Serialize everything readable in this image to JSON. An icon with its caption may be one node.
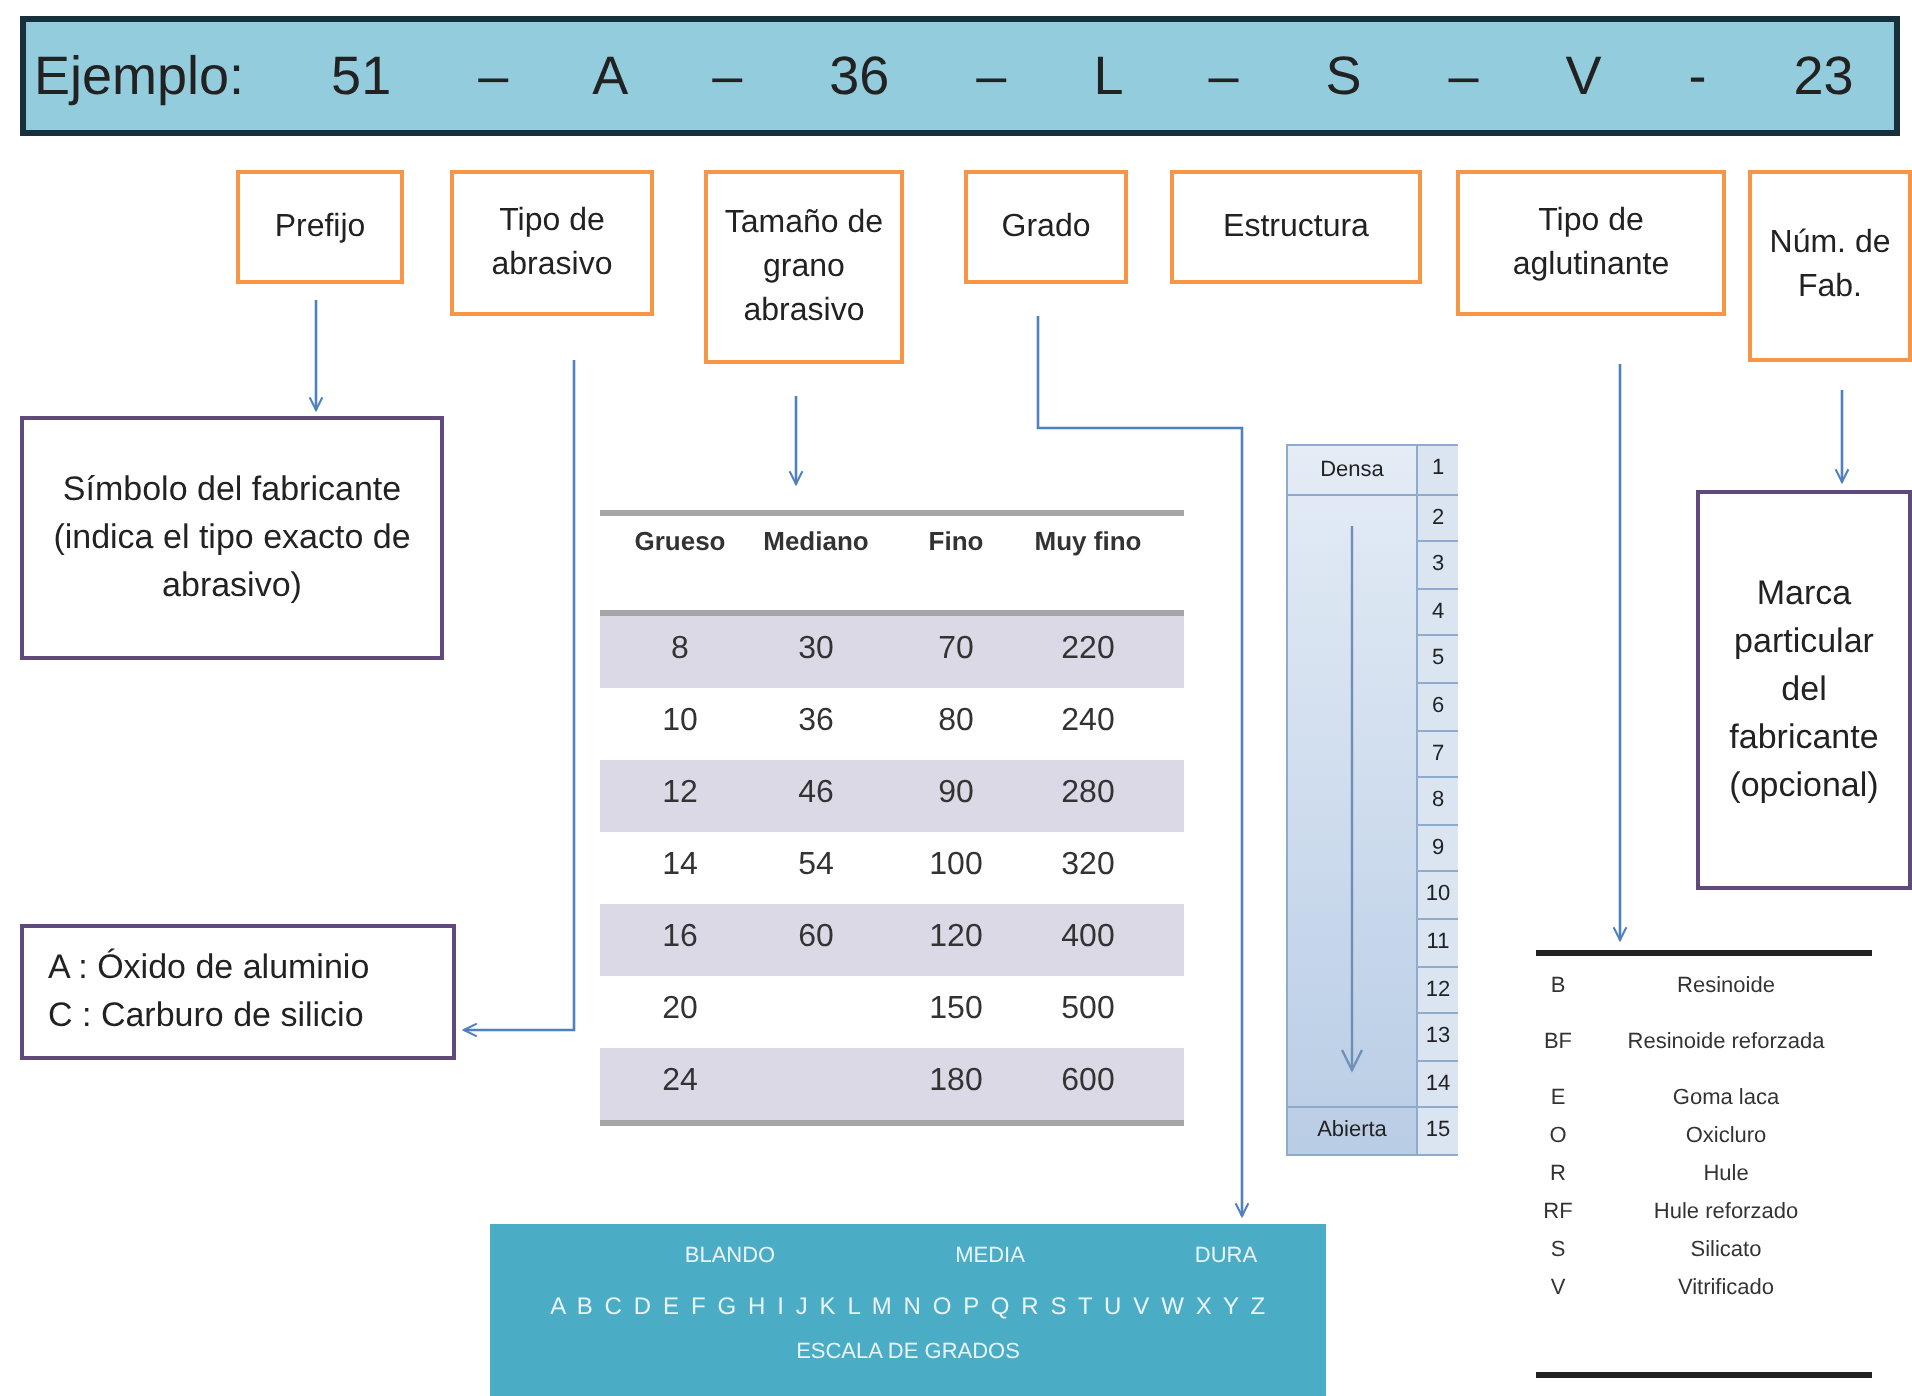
{
  "diagram": {
    "nodes": [
      {
        "text": [
          "Ejemplo: 51 – A – 36 – L – S – V - 23"
        ]
      },
      {
        "text": [
          "Prefijo"
        ]
      },
      {
        "text": [
          "Tipo de abrasivo"
        ]
      },
      {
        "text": [
          "Tamaño de grano abrasivo"
        ]
      },
      {
        "text": [
          "Grado"
        ]
      },
      {
        "text": [
          "Estructura"
        ]
      },
      {
        "text": [
          "Tipo de aglutinante"
        ]
      },
      {
        "text": [
          "Núm. de Fab."
        ]
      },
      {
        "text": [
          "Símbolo del fabricante (indica el tipo exacto de abrasivo)"
        ]
      },
      {
        "text": [
          "A : Óxido de aluminio",
          "C : Carburo de silicio"
        ]
      },
      {
        "text": [
          "Grueso",
          "Mediano",
          "Fino",
          "Muy fino",
          "8",
          "30",
          "70",
          "220",
          "10",
          "36",
          "80",
          "240",
          "12",
          "46",
          "90",
          "280",
          "14",
          "54",
          "100",
          "320",
          "16",
          "60",
          "120",
          "400",
          "20",
          "150",
          "500",
          "24",
          "180",
          "600"
        ]
      },
      {
        "text": [
          "Densa",
          "1",
          "2",
          "3",
          "4",
          "5",
          "6",
          "7",
          "8",
          "9",
          "10",
          "11",
          "12",
          "13",
          "14",
          "Abierta",
          "15"
        ]
      },
      {
        "text": [
          "BLANDO",
          "MEDIA",
          "DURA",
          "A B C D E F G H I J K L M N O P Q R S T U V W X Y Z",
          "ESCALA DE GRADOS"
        ]
      },
      {
        "text": [
          "B",
          "Resinoide",
          "BF",
          "Resinoide reforzada",
          "E",
          "Goma laca",
          "O",
          "Oxicluro",
          "R",
          "Hule",
          "RF",
          "Hule reforzado",
          "S",
          "Silicato",
          "V",
          "Vitrificado"
        ]
      },
      {
        "text": [
          "Marca particular del fabricante (opcional)"
        ]
      }
    ],
    "edges": [
      {
        "from": 1,
        "to": 8,
        "arrow": "to"
      },
      {
        "from": 2,
        "to": 9,
        "arrow": "to"
      },
      {
        "from": 3,
        "to": 10,
        "arrow": "to"
      },
      {
        "from": 4,
        "to": 12,
        "arrow": "to"
      },
      {
        "from": 6,
        "to": 13,
        "arrow": "to"
      },
      {
        "from": 7,
        "to": 14,
        "arrow": "to"
      }
    ]
  }
}
